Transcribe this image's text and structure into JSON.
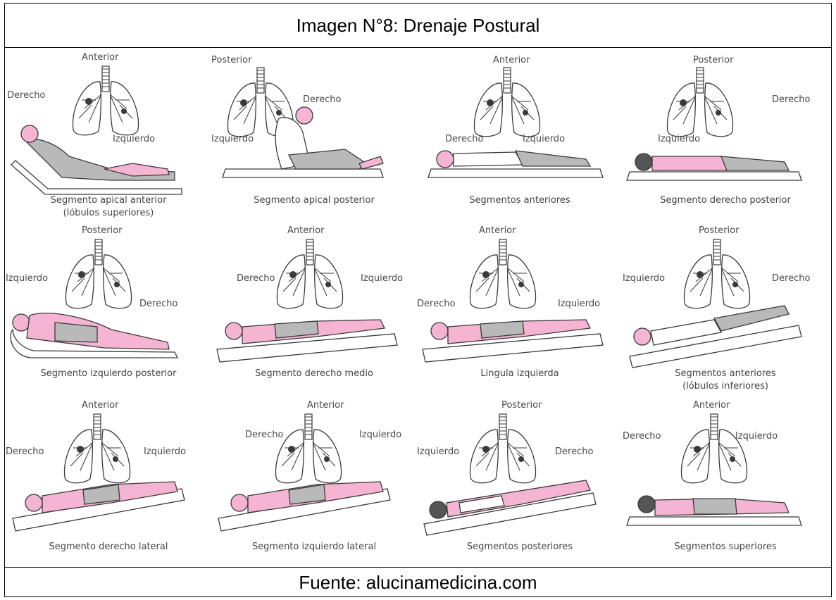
{
  "title": "Imagen N°8: Drenaje Postural",
  "source": "Fuente: alucinamedicina.com",
  "colors": {
    "skin": "#f4b4d2",
    "clothing": "#b9b9b9",
    "outline": "#3a3a3a",
    "bed": "#ffffff"
  },
  "panels": [
    {
      "view": "Anterior",
      "side_a": "Derecho",
      "side_b": "Izquierdo",
      "caption": [
        "Segmento apical anterior",
        "(lóbulos superiores)"
      ]
    },
    {
      "view": "Posterior",
      "side_a": "Derecho",
      "side_b": "Izquierdo",
      "caption": [
        "Segmento apical posterior"
      ]
    },
    {
      "view": "Anterior",
      "side_a": "Derecho",
      "side_b": "Izquierdo",
      "caption": [
        "Segmentos anteriores"
      ]
    },
    {
      "view": "Posterior",
      "side_a": "Derecho",
      "side_b": "Izquierdo",
      "caption": [
        "Segmento derecho posterior"
      ]
    },
    {
      "view": "Posterior",
      "side_a": "Izquierdo",
      "side_b": "Derecho",
      "caption": [
        "Segmento izquierdo posterior"
      ]
    },
    {
      "view": "Anterior",
      "side_a": "Derecho",
      "side_b": "Izquierdo",
      "caption": [
        "Segmento derecho medio"
      ]
    },
    {
      "view": "Anterior",
      "side_a": "Derecho",
      "side_b": "Izquierdo",
      "caption": [
        "Lingula izquierda"
      ]
    },
    {
      "view": "Posterior",
      "side_a": "Izquierdo",
      "side_b": "Derecho",
      "caption": [
        "Segmentos anteriores",
        "(lóbulos inferiores)"
      ]
    },
    {
      "view": "Anterior",
      "side_a": "Derecho",
      "side_b": "Izquierdo",
      "caption": [
        "Segmento derecho lateral"
      ]
    },
    {
      "view": "Anterior",
      "side_a": "Derecho",
      "side_b": "Izquierdo",
      "caption": [
        "Segmento izquierdo lateral"
      ]
    },
    {
      "view": "Posterior",
      "side_a": "Izquierdo",
      "side_b": "Derecho",
      "caption": [
        "Segmentos posteriores"
      ]
    },
    {
      "view": "Anterior",
      "side_a": "Derecho",
      "side_b": "Izquierdo",
      "caption": [
        "Segmentos superiores"
      ]
    }
  ]
}
